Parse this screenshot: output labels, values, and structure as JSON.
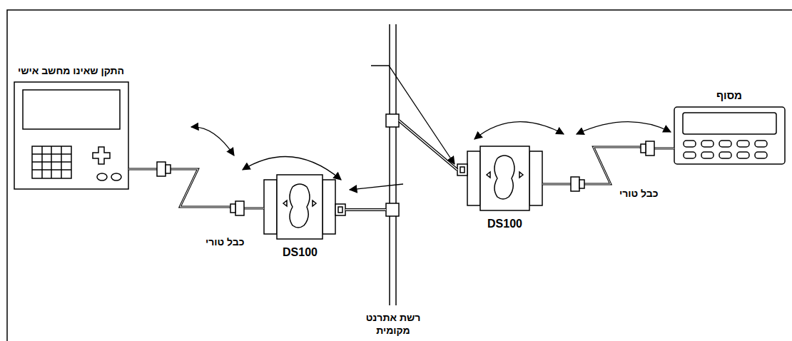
{
  "diagram": {
    "nodes": [
      {
        "text": [
          "התקן שאינו מחשב אישי"
        ]
      },
      {
        "text": [
          "DS100"
        ]
      },
      {
        "text": [
          "DS100"
        ]
      },
      {
        "text": [
          "מסוף"
        ]
      }
    ],
    "edges": [
      {
        "from": 0,
        "to": 1,
        "arrow": "none"
      },
      {
        "from": 2,
        "to": 3,
        "arrow": "none"
      }
    ],
    "labels": [
      "כבל טורי",
      "כבל טורי",
      "רשת אתרנט מקומית"
    ]
  }
}
